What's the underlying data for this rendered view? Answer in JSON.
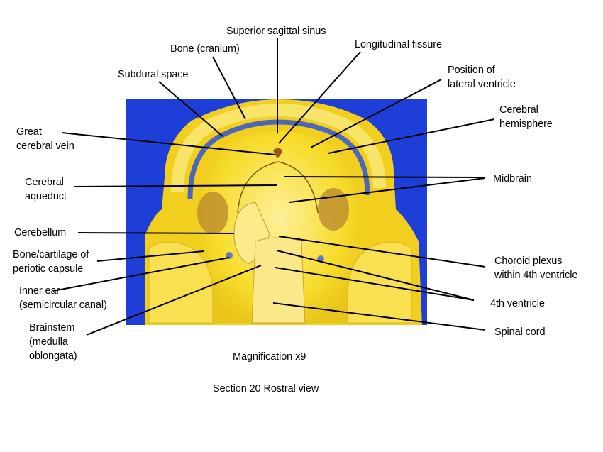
{
  "labels": {
    "superior_sagittal_sinus": "Superior sagittal sinus",
    "bone_cranium": "Bone (cranium)",
    "longitudinal_fissure": "Longitudinal fissure",
    "subdural_space": "Subdural space",
    "position_lateral_ventricle": [
      "Position of",
      "lateral ventricle"
    ],
    "cerebral_hemisphere": [
      "Cerebral",
      "hemisphere"
    ],
    "great_cerebral_vein": [
      "Great",
      "cerebral vein"
    ],
    "cerebral_aqueduct": [
      "Cerebral",
      "aqueduct"
    ],
    "midbrain": "Midbrain",
    "cerebellum": "Cerebellum",
    "bone_cartilage": [
      "Bone/cartilage of",
      "periotic capsule"
    ],
    "inner_ear": [
      "Inner ear",
      "(semicircular canal)"
    ],
    "brainstem": [
      "Brainstem",
      "(medulla",
      "oblongata)"
    ],
    "choroid_plexus": [
      "Choroid plexus",
      "within 4th ventricle"
    ],
    "fourth_ventricle": "4th ventricle",
    "spinal_cord": "Spinal cord"
  },
  "captions": {
    "magnification": "Magnification x9",
    "section": "Section 20 Rostral view"
  },
  "colors": {
    "background_blue": "#1d3fd8",
    "tissue_yellow": "#f7dc2a",
    "tissue_pale": "#fbeb8a",
    "tissue_brown": "#b8862e",
    "leader_line": "#000000"
  }
}
